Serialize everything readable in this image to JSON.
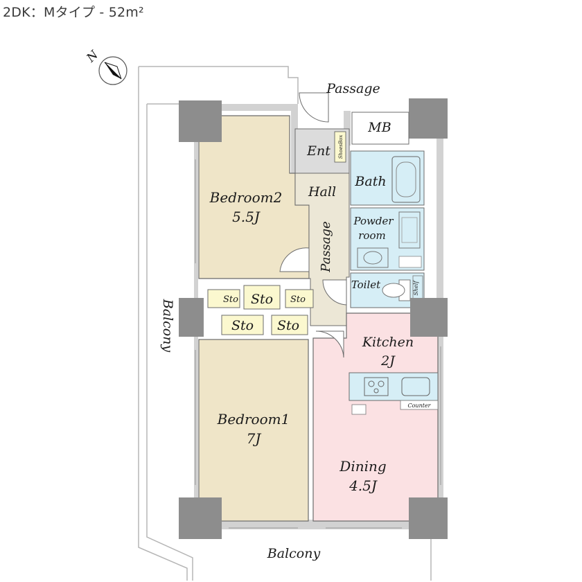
{
  "caption": "2DK：Mタイプ - 52m²",
  "compass": {
    "label": "N"
  },
  "rooms": {
    "bedroom2": {
      "name": "Bedroom2",
      "size": "5.5J"
    },
    "bedroom1": {
      "name": "Bedroom1",
      "size": "7J"
    },
    "kitchen": {
      "name": "Kitchen",
      "size": "2J"
    },
    "dining": {
      "name": "Dining",
      "size": "4.5J"
    },
    "ent": "Ent",
    "shoes_box": "ShoesBox",
    "hall": "Hall",
    "passage_inner": "Passage",
    "passage_outer": "Passage",
    "mb": "MB",
    "bath": "Bath",
    "powder_room": {
      "line1": "Powder",
      "line2": "room"
    },
    "toilet": "Toilet",
    "shelf": "Shelf",
    "counter": "Counter",
    "storage": [
      "Sto",
      "Sto",
      "Sto",
      "Sto",
      "Sto"
    ],
    "balcony_left": "Balcony",
    "balcony_bottom": "Balcony"
  },
  "colors": {
    "bedroom": "#efe5c8",
    "dining": "#fbe1e3",
    "wet_area": "#d6eef6",
    "storage": "#fbf8cf",
    "hall": "#ece7d6",
    "column": "#8d8d8d",
    "wall": "#a8a8a8"
  }
}
